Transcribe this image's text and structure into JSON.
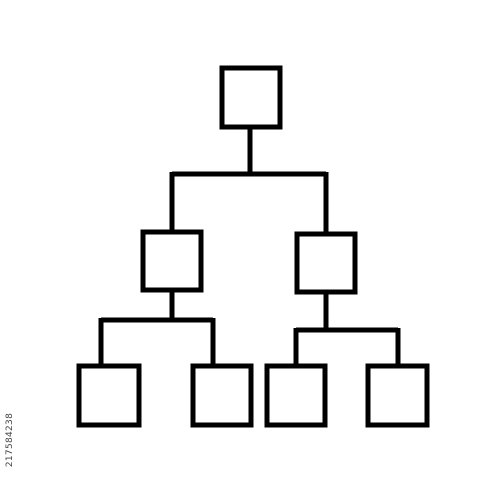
{
  "diagram": {
    "type": "hierarchy-icon",
    "stroke_color": "#000000",
    "background_color": "#ffffff",
    "nodes": [
      {
        "id": "root",
        "level": 0
      },
      {
        "id": "left-child",
        "level": 1,
        "parent": "root"
      },
      {
        "id": "right-child",
        "level": 1,
        "parent": "root"
      },
      {
        "id": "left-left-leaf",
        "level": 2,
        "parent": "left-child"
      },
      {
        "id": "left-right-leaf",
        "level": 2,
        "parent": "left-child"
      },
      {
        "id": "right-left-leaf",
        "level": 2,
        "parent": "right-child"
      },
      {
        "id": "right-right-leaf",
        "level": 2,
        "parent": "right-child"
      }
    ]
  },
  "watermark": {
    "stock_id": "217584238"
  }
}
